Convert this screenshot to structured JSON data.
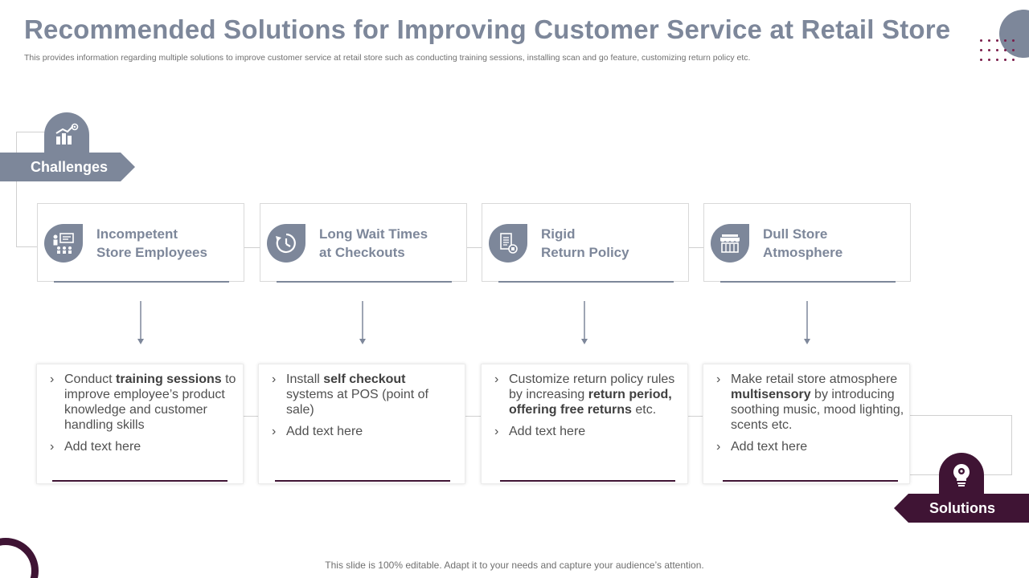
{
  "header": {
    "title": "Recommended Solutions for Improving Customer Service at Retail Store",
    "subtitle": "This provides information regarding multiple solutions to improve customer service at retail store such as conducting training sessions, installing scan and go feature, customizing return policy etc."
  },
  "labels": {
    "challenges": "Challenges",
    "solutions": "Solutions"
  },
  "challenges": [
    {
      "line1": "Incompetent",
      "line2": "Store Employees",
      "icon": "presentation-team-icon"
    },
    {
      "line1": "Long Wait Times",
      "line2": "at Checkouts",
      "icon": "clock-refresh-icon"
    },
    {
      "line1": "Rigid",
      "line2": "Return Policy",
      "icon": "policy-document-icon"
    },
    {
      "line1": "Dull Store",
      "line2": "Atmosphere",
      "icon": "storefront-icon"
    }
  ],
  "solutions": [
    {
      "point": {
        "pre": "Conduct ",
        "bold": "training sessions",
        "post": " to improve employee’s product knowledge and customer handling skills"
      },
      "extra": "Add text here"
    },
    {
      "point": {
        "pre": "Install ",
        "bold": "self checkout",
        "post": " systems at POS (point of sale)"
      },
      "extra": "Add text here"
    },
    {
      "point": {
        "pre": "Customize return policy rules by increasing ",
        "bold": "return period, offering free returns",
        "post": " etc."
      },
      "extra": "Add text here"
    },
    {
      "point": {
        "pre": "Make retail store atmosphere ",
        "bold": "multisensory",
        "post": " by introducing soothing music, mood lighting, scents etc."
      },
      "extra": "Add text here"
    }
  ],
  "footer": "This slide is 100% editable. Adapt it to your needs and capture your audience’s attention.",
  "colors": {
    "slate": "#7d879a",
    "plum": "#3f1434",
    "magenta_dots": "#7b1d4b"
  }
}
